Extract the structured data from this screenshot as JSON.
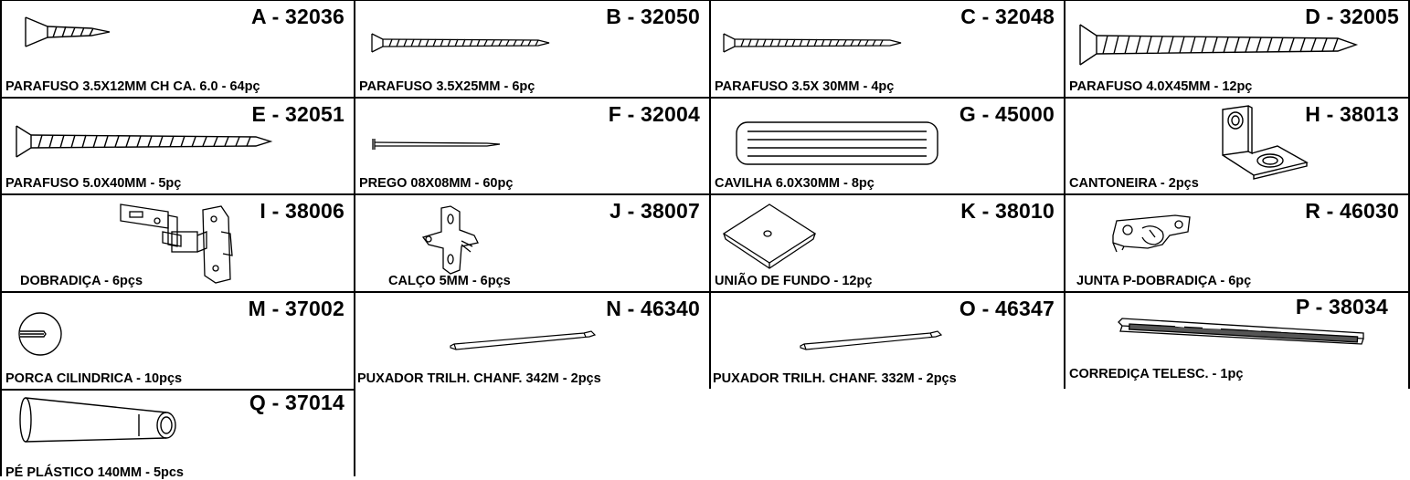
{
  "parts": [
    {
      "code": "A - 32036",
      "description": "PARAFUSO 3.5X12MM CH CA. 6.0  - 64pç",
      "icon": "short-screw-icon"
    },
    {
      "code": "B - 32050",
      "description": "PARAFUSO 3.5X25MM - 6pç",
      "icon": "screw-25mm-icon"
    },
    {
      "code": "C - 32048",
      "description": "PARAFUSO 3.5X 30MM - 4pç",
      "icon": "screw-30mm-icon"
    },
    {
      "code": "D - 32005",
      "description": "PARAFUSO 4.0X45MM - 12pç",
      "icon": "screw-45mm-icon"
    },
    {
      "code": "E - 32051",
      "description": "PARAFUSO 5.0X40MM - 5pç",
      "icon": "screw-40mm-icon"
    },
    {
      "code": "F - 32004",
      "description": "PREGO 08X08MM - 60pç",
      "icon": "nail-icon"
    },
    {
      "code": "G - 45000",
      "description": "CAVILHA 6.0X30MM - 8pç",
      "icon": "dowel-icon"
    },
    {
      "code": "H - 38013",
      "description": "CANTONEIRA - 2pçs",
      "icon": "corner-bracket-icon"
    },
    {
      "code": "I - 38006",
      "description": "DOBRADIÇA - 6pçs",
      "icon": "hinge-icon"
    },
    {
      "code": "J - 38007",
      "description": "CALÇO 5MM - 6pçs",
      "icon": "hinge-plate-icon"
    },
    {
      "code": "K - 38010",
      "description": "UNIÃO DE FUNDO - 12pç",
      "icon": "back-panel-joint-icon"
    },
    {
      "code": "R - 46030",
      "description": "JUNTA P-DOBRADIÇA - 6pç",
      "icon": "hinge-joint-icon"
    },
    {
      "code": "M - 37002",
      "description": "PORCA CILINDRICA - 10pçs",
      "icon": "cylinder-nut-icon"
    },
    {
      "code": "N - 46340",
      "description": "PUXADOR TRILH. CHANF. 342M - 2pçs",
      "icon": "rail-handle-342-icon"
    },
    {
      "code": "O - 46347",
      "description": "PUXADOR TRILH. CHANF. 332M - 2pçs",
      "icon": "rail-handle-332-icon"
    },
    {
      "code": "P - 38034",
      "description": "CORREDIÇA TELESC. - 1pç",
      "icon": "telescopic-slide-icon"
    },
    {
      "code": "Q - 37014",
      "description": "PÉ PLÁSTICO 140MM - 5pcs",
      "icon": "plastic-foot-icon"
    }
  ]
}
